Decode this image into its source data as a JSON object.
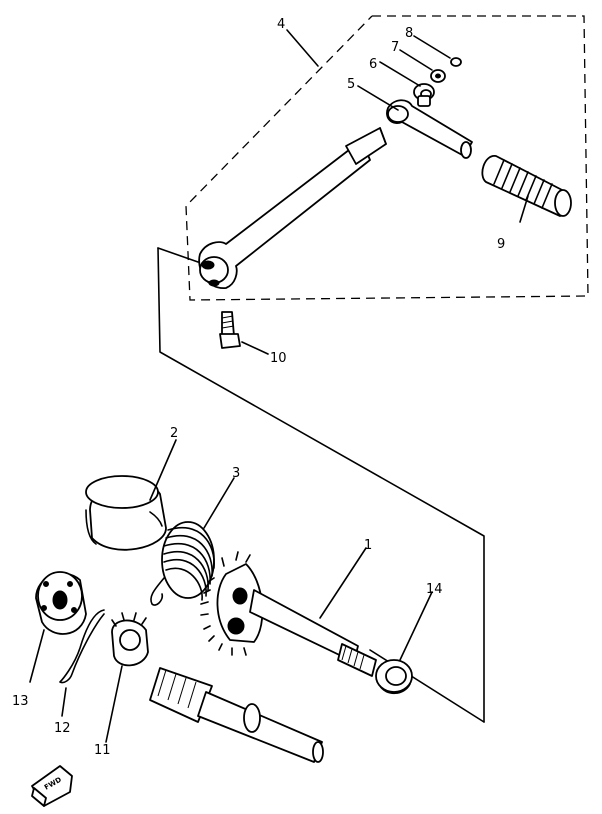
{
  "callouts": [
    {
      "id": "1",
      "label": "1"
    },
    {
      "id": "2",
      "label": "2"
    },
    {
      "id": "3",
      "label": "3"
    },
    {
      "id": "4",
      "label": "4"
    },
    {
      "id": "5",
      "label": "5"
    },
    {
      "id": "6",
      "label": "6"
    },
    {
      "id": "7",
      "label": "7"
    },
    {
      "id": "8",
      "label": "8"
    },
    {
      "id": "9",
      "label": "9"
    },
    {
      "id": "10",
      "label": "10"
    },
    {
      "id": "11",
      "label": "11"
    },
    {
      "id": "12",
      "label": "12"
    },
    {
      "id": "13",
      "label": "13"
    },
    {
      "id": "14",
      "label": "14"
    }
  ],
  "front_indicator": {
    "text": "FWD",
    "icon": "front-arrow-icon"
  }
}
